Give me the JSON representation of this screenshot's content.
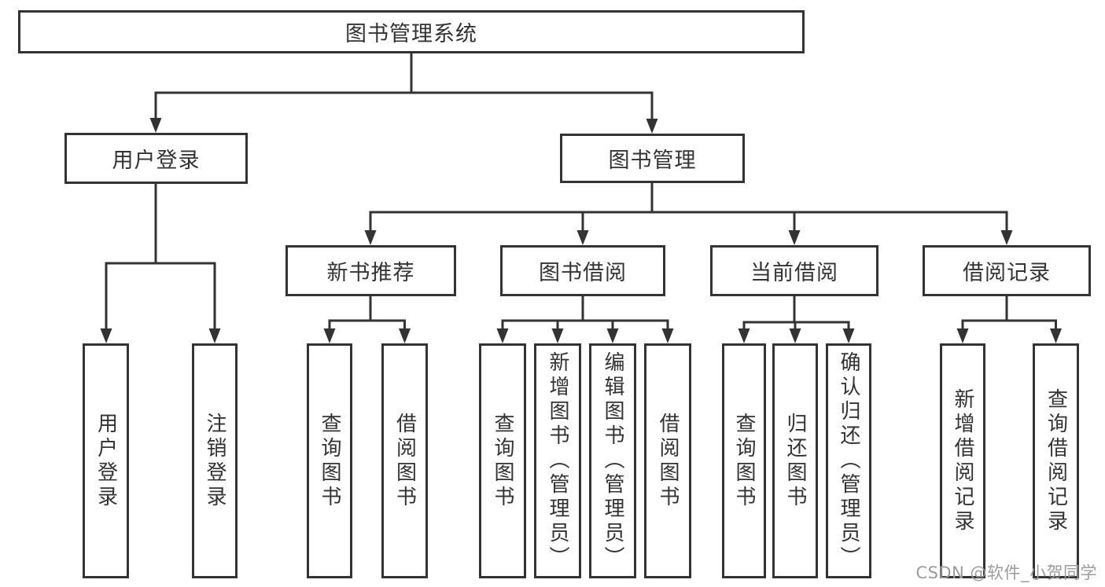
{
  "tree": {
    "root": {
      "label": "图书管理系统"
    },
    "level2": [
      {
        "label": "用户登录",
        "children": [
          {
            "label": "用户登录"
          },
          {
            "label": "注销登录"
          }
        ]
      },
      {
        "label": "图书管理",
        "children": [
          {
            "label": "新书推荐",
            "children": [
              {
                "label": "查询图书"
              },
              {
                "label": "借阅图书"
              }
            ]
          },
          {
            "label": "图书借阅",
            "children": [
              {
                "label": "查询图书"
              },
              {
                "label": "新增图书（管理员）"
              },
              {
                "label": "编辑图书（管理员）"
              },
              {
                "label": "借阅图书"
              }
            ]
          },
          {
            "label": "当前借阅",
            "children": [
              {
                "label": "查询图书"
              },
              {
                "label": "归还图书"
              },
              {
                "label": "确认归还（管理员）"
              }
            ]
          },
          {
            "label": "借阅记录",
            "children": [
              {
                "label": "新增借阅记录"
              },
              {
                "label": "查询借阅记录"
              }
            ]
          }
        ]
      }
    ]
  },
  "watermark": {
    "text": "CSDN @软件_小贺同学"
  },
  "colors": {
    "line": "#333333",
    "box_border": "#333333",
    "text": "#333333",
    "watermark": "#9c9c9c",
    "background": "#ffffff"
  }
}
